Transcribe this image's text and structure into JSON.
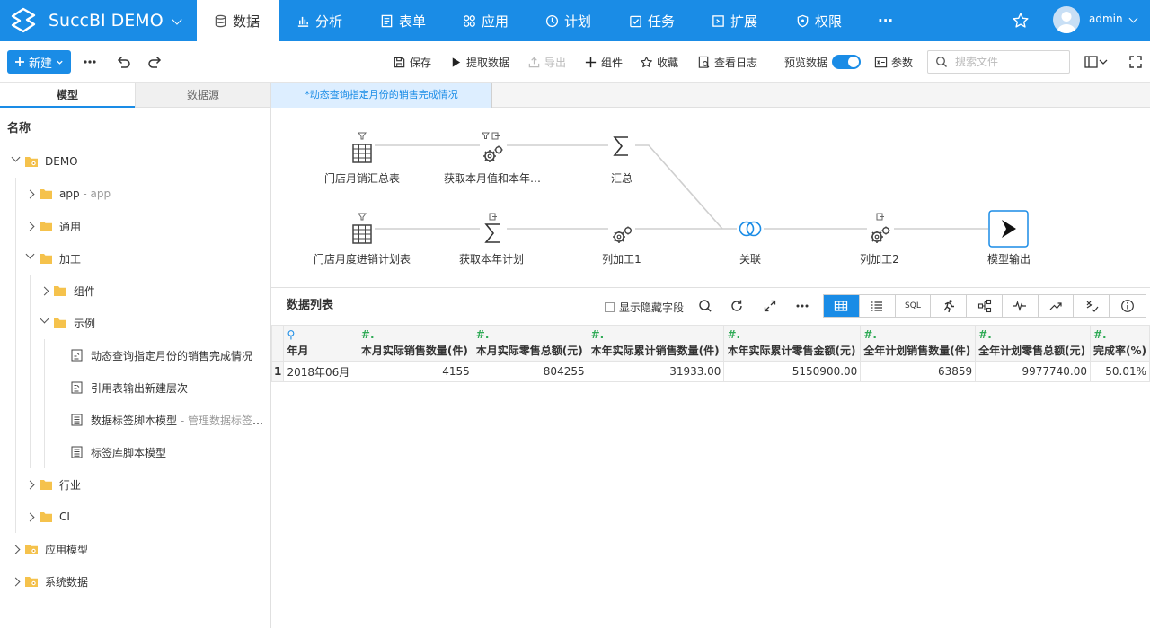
{
  "app": {
    "brand": "SuccBI DEMO",
    "accent": "#1a8ce6",
    "username": "admin"
  },
  "nav": [
    {
      "label": "数据",
      "icon": "database-icon",
      "active": true
    },
    {
      "label": "分析",
      "icon": "bar-chart-icon",
      "active": false
    },
    {
      "label": "表单",
      "icon": "form-icon",
      "active": false
    },
    {
      "label": "应用",
      "icon": "apps-icon",
      "active": false
    },
    {
      "label": "计划",
      "icon": "clock-icon",
      "active": false
    },
    {
      "label": "任务",
      "icon": "task-icon",
      "active": false
    },
    {
      "label": "扩展",
      "icon": "extension-icon",
      "active": false
    },
    {
      "label": "权限",
      "icon": "shield-icon",
      "active": false
    },
    {
      "label": "···",
      "icon": "more-icon",
      "active": false
    }
  ],
  "toolbar": {
    "new_label": "新建",
    "save": "保存",
    "extract": "提取数据",
    "export": "导出",
    "component": "组件",
    "favorite": "收藏",
    "log": "查看日志",
    "preview": "预览数据",
    "params": "参数",
    "search_placeholder": "搜索文件"
  },
  "left": {
    "tab_model": "模型",
    "tab_source": "数据源",
    "name_header": "名称",
    "tree": [
      {
        "label": "DEMO",
        "sub": "",
        "level": 0,
        "state": "open",
        "type": "root-folder"
      },
      {
        "label": "app",
        "sub": " - app",
        "level": 1,
        "state": "closed",
        "type": "folder"
      },
      {
        "label": "通用",
        "sub": "",
        "level": 1,
        "state": "closed",
        "type": "folder"
      },
      {
        "label": "加工",
        "sub": "",
        "level": 1,
        "state": "open",
        "type": "folder"
      },
      {
        "label": "组件",
        "sub": "",
        "level": 2,
        "state": "closed",
        "type": "folder"
      },
      {
        "label": "示例",
        "sub": "",
        "level": 2,
        "state": "open",
        "type": "folder"
      },
      {
        "label": "动态查询指定月份的销售完成情况",
        "sub": "",
        "level": 3,
        "state": "leaf",
        "type": "flow-model"
      },
      {
        "label": "引用表输出新建层次",
        "sub": "",
        "level": 3,
        "state": "leaf",
        "type": "flow-model"
      },
      {
        "label": "数据标签脚本模型",
        "sub": " - 管理数据标签脚本",
        "level": 3,
        "state": "leaf",
        "type": "script-model"
      },
      {
        "label": "标签库脚本模型",
        "sub": "",
        "level": 3,
        "state": "leaf",
        "type": "script-model"
      },
      {
        "label": "行业",
        "sub": "",
        "level": 1,
        "state": "closed",
        "type": "folder"
      },
      {
        "label": "CI",
        "sub": "",
        "level": 1,
        "state": "closed",
        "type": "folder"
      },
      {
        "label": "应用模型",
        "sub": "",
        "level": 0,
        "state": "closed",
        "type": "root-folder"
      },
      {
        "label": "系统数据",
        "sub": "",
        "level": 0,
        "state": "closed",
        "type": "root-folder"
      }
    ]
  },
  "doc_tab": "*动态查询指定月份的销售完成情况",
  "flow": {
    "nodes": [
      {
        "id": "n1",
        "label": "门店月销汇总表",
        "icon": "table-icon"
      },
      {
        "id": "n2",
        "label": "获取本月值和本年…",
        "icon": "gear-icon"
      },
      {
        "id": "n3",
        "label": "汇总",
        "icon": "sigma-icon"
      },
      {
        "id": "n4",
        "label": "门店月度进销计划表",
        "icon": "table-icon"
      },
      {
        "id": "n5",
        "label": "获取本年计划",
        "icon": "sigma-icon"
      },
      {
        "id": "n6",
        "label": "列加工1",
        "icon": "gear-icon"
      },
      {
        "id": "n7",
        "label": "关联",
        "icon": "join-icon"
      },
      {
        "id": "n8",
        "label": "列加工2",
        "icon": "gear-icon"
      },
      {
        "id": "n9",
        "label": "模型输出",
        "icon": "output-icon"
      }
    ]
  },
  "datapanel": {
    "title": "数据列表",
    "show_hidden": "显示隐藏字段",
    "sql_label": "SQL",
    "columns": [
      {
        "type": "dim",
        "label": "年月"
      },
      {
        "type": "num",
        "label": "本月实际销售数量(件)"
      },
      {
        "type": "num",
        "label": "本月实际零售总额(元)"
      },
      {
        "type": "num",
        "label": "本年实际累计销售数量(件)"
      },
      {
        "type": "num",
        "label": "本年实际累计零售金额(元)"
      },
      {
        "type": "num",
        "label": "全年计划销售数量(件)"
      },
      {
        "type": "num",
        "label": "全年计划零售总额(元)"
      },
      {
        "type": "num",
        "label": "完成率(%)"
      }
    ],
    "rows": [
      {
        "n": "1",
        "cells": [
          "2018年06月",
          "4155",
          "804255",
          "31933.00",
          "5150900.00",
          "63859",
          "9977740.00",
          "50.01%"
        ]
      }
    ]
  }
}
